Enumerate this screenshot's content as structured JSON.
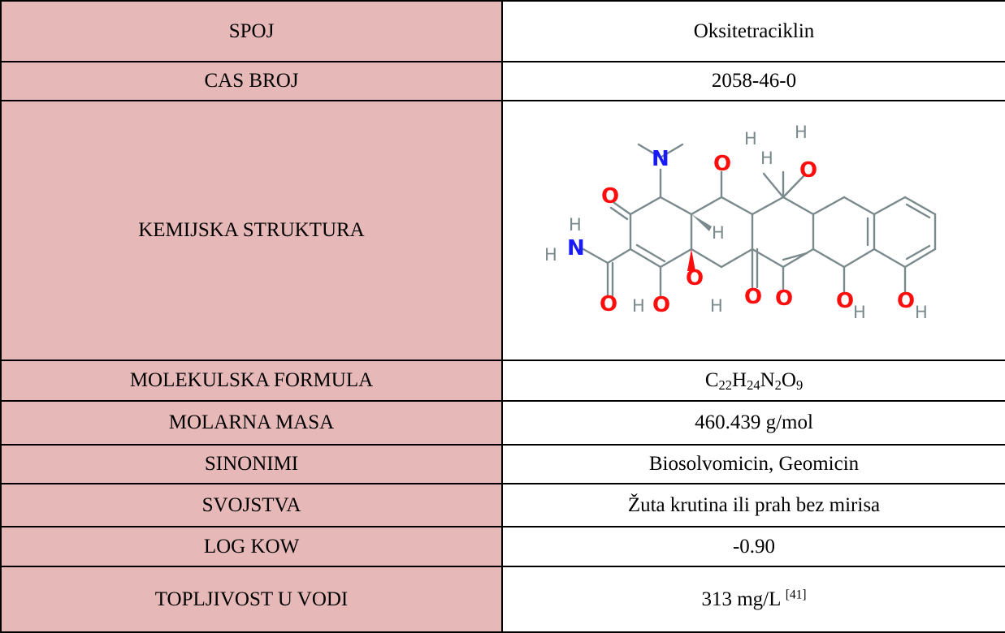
{
  "table": {
    "rows": [
      {
        "label": "SPOJ",
        "value": "Oksitetraciklin"
      },
      {
        "label": "CAS BROJ",
        "value": "2058-46-0"
      },
      {
        "label": "KEMIJSKA STRUKTURA",
        "value": ""
      },
      {
        "label": "MOLEKULSKA FORMULA",
        "formula": [
          "C",
          "22",
          "H",
          "24",
          "N",
          "2",
          "O",
          "9"
        ]
      },
      {
        "label": "MOLARNA MASA",
        "value": "460.439 g/mol"
      },
      {
        "label": "SINONIMI",
        "value": "Biosolvomicin, Geomicin"
      },
      {
        "label": "SVOJSTVA",
        "value": "Žuta krutina ili prah bez mirisa"
      },
      {
        "label": "LOG KOW",
        "value": "-0.90"
      },
      {
        "label": "TOPLJIVOST U VODI",
        "value": "313 mg/L ",
        "ref": "[41]"
      }
    ]
  },
  "structure": {
    "atoms": {
      "N": "N",
      "O": "O",
      "H": "H"
    },
    "colors": {
      "bond": "#7a8a8c",
      "oxygen": "#ff0d0d",
      "nitrogen": "#1a1aff"
    }
  }
}
